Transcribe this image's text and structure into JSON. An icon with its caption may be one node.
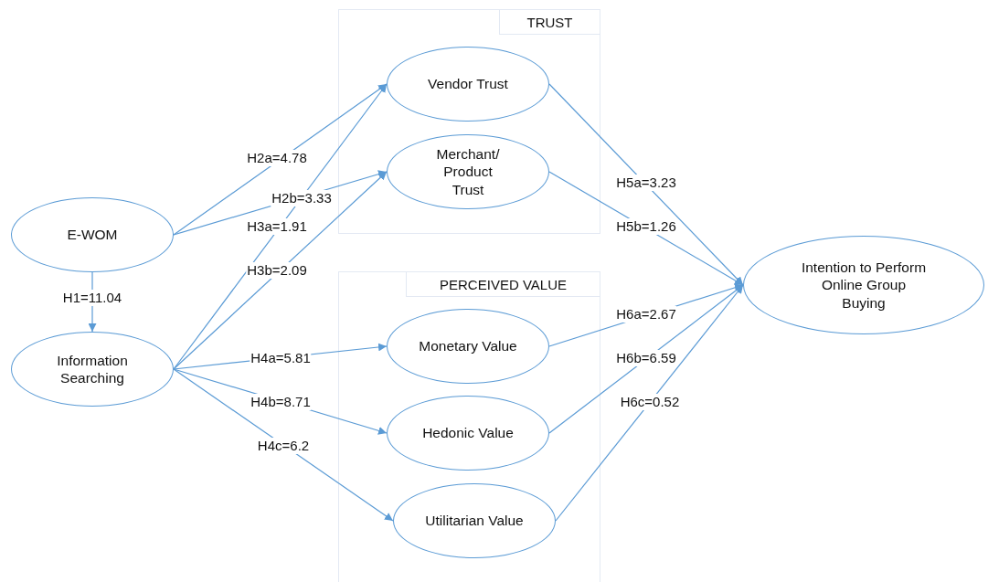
{
  "diagram": {
    "nodes": [
      {
        "text": [
          "TRUST"
        ]
      },
      {
        "text": [
          "Vendor Trust"
        ],
        "in": 0
      },
      {
        "text": [
          "Merchant/ Product Trust"
        ],
        "in": 0
      },
      {
        "text": [
          "PERCEIVED VALUE"
        ]
      },
      {
        "text": [
          "Monetary Value"
        ],
        "in": 3
      },
      {
        "text": [
          "Hedonic Value"
        ],
        "in": 3
      },
      {
        "text": [
          "Utilitarian Value"
        ],
        "in": 3
      },
      {
        "text": [
          "E-WOM"
        ]
      },
      {
        "text": [
          "Information Searching"
        ]
      },
      {
        "text": [
          "Intention to Perform Online Group Buying"
        ]
      }
    ],
    "edges": [
      {
        "from": 7,
        "to": 8,
        "arrow": "to",
        "label": "H1=11.04"
      },
      {
        "from": 7,
        "to": 1,
        "arrow": "to",
        "label": "H2a=4.78"
      },
      {
        "from": 7,
        "to": 2,
        "arrow": "to",
        "label": "H2b=3.33"
      },
      {
        "from": 8,
        "to": 1,
        "arrow": "to",
        "label": "H3a=1.91"
      },
      {
        "from": 8,
        "to": 2,
        "arrow": "to",
        "label": "H3b=2.09"
      },
      {
        "from": 8,
        "to": 4,
        "arrow": "to",
        "label": "H4a=5.81"
      },
      {
        "from": 8,
        "to": 5,
        "arrow": "to",
        "label": "H4b=8.71"
      },
      {
        "from": 8,
        "to": 6,
        "arrow": "to",
        "label": "H4c=6.2"
      },
      {
        "from": 1,
        "to": 9,
        "arrow": "to",
        "label": "H5a=3.23"
      },
      {
        "from": 2,
        "to": 9,
        "arrow": "to",
        "label": "H5b=1.26"
      },
      {
        "from": 4,
        "to": 9,
        "arrow": "to",
        "label": "H6a=2.67"
      },
      {
        "from": 5,
        "to": 9,
        "arrow": "to",
        "label": "H6b=6.59"
      },
      {
        "from": 6,
        "to": 9,
        "arrow": "to",
        "label": "H6c=0.52"
      }
    ]
  }
}
